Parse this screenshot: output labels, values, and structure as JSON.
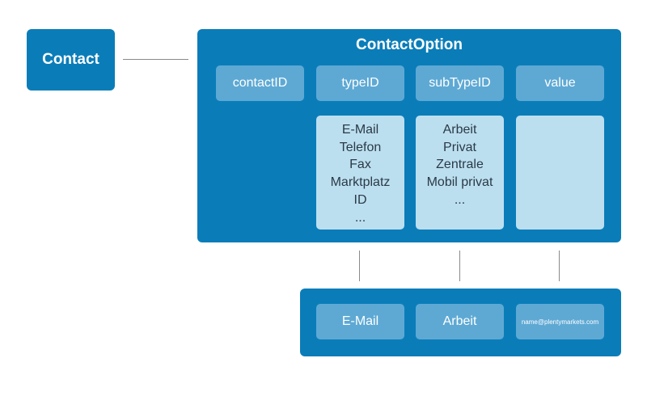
{
  "contact": {
    "label": "Contact"
  },
  "contact_option": {
    "title": "ContactOption",
    "fields": [
      "contactID",
      "typeID",
      "subTypeID",
      "value"
    ],
    "type_values": [
      "E-Mail",
      "Telefon",
      "Fax",
      "Marktplatz",
      "ID",
      "..."
    ],
    "subtype_values": [
      "Arbeit",
      "Privat",
      "Zentrale",
      "Mobil privat",
      "..."
    ]
  },
  "example": {
    "type": "E-Mail",
    "subtype": "Arbeit",
    "value": "name@plentymarkets.com"
  },
  "colors": {
    "dark": "#0a7db9",
    "mid": "#5ea9d4",
    "light": "#bcdff0",
    "connector": "#8a8a8a"
  }
}
